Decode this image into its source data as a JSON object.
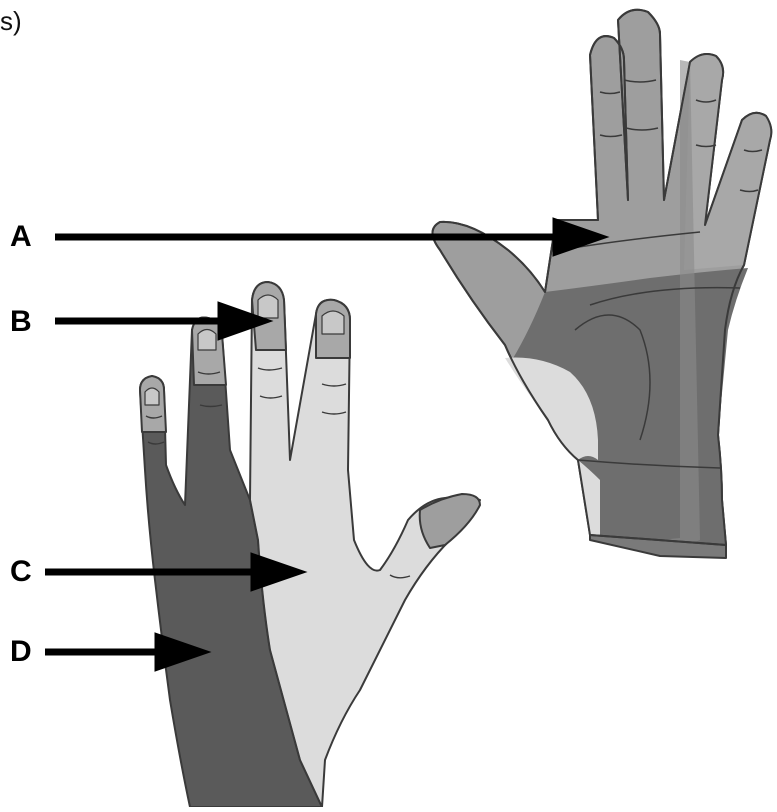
{
  "corner_text": "s)",
  "labels": {
    "a": "A",
    "b": "B",
    "c": "C",
    "d": "D"
  },
  "colors": {
    "outline": "#3a3a3a",
    "light_zone": "#dcdcdc",
    "mid_zone": "#9e9e9e",
    "dark_zone": "#6e6e6e",
    "darkest_zone": "#5a5a5a",
    "tip_zone": "#a8a8a8",
    "arrow": "#000000"
  }
}
